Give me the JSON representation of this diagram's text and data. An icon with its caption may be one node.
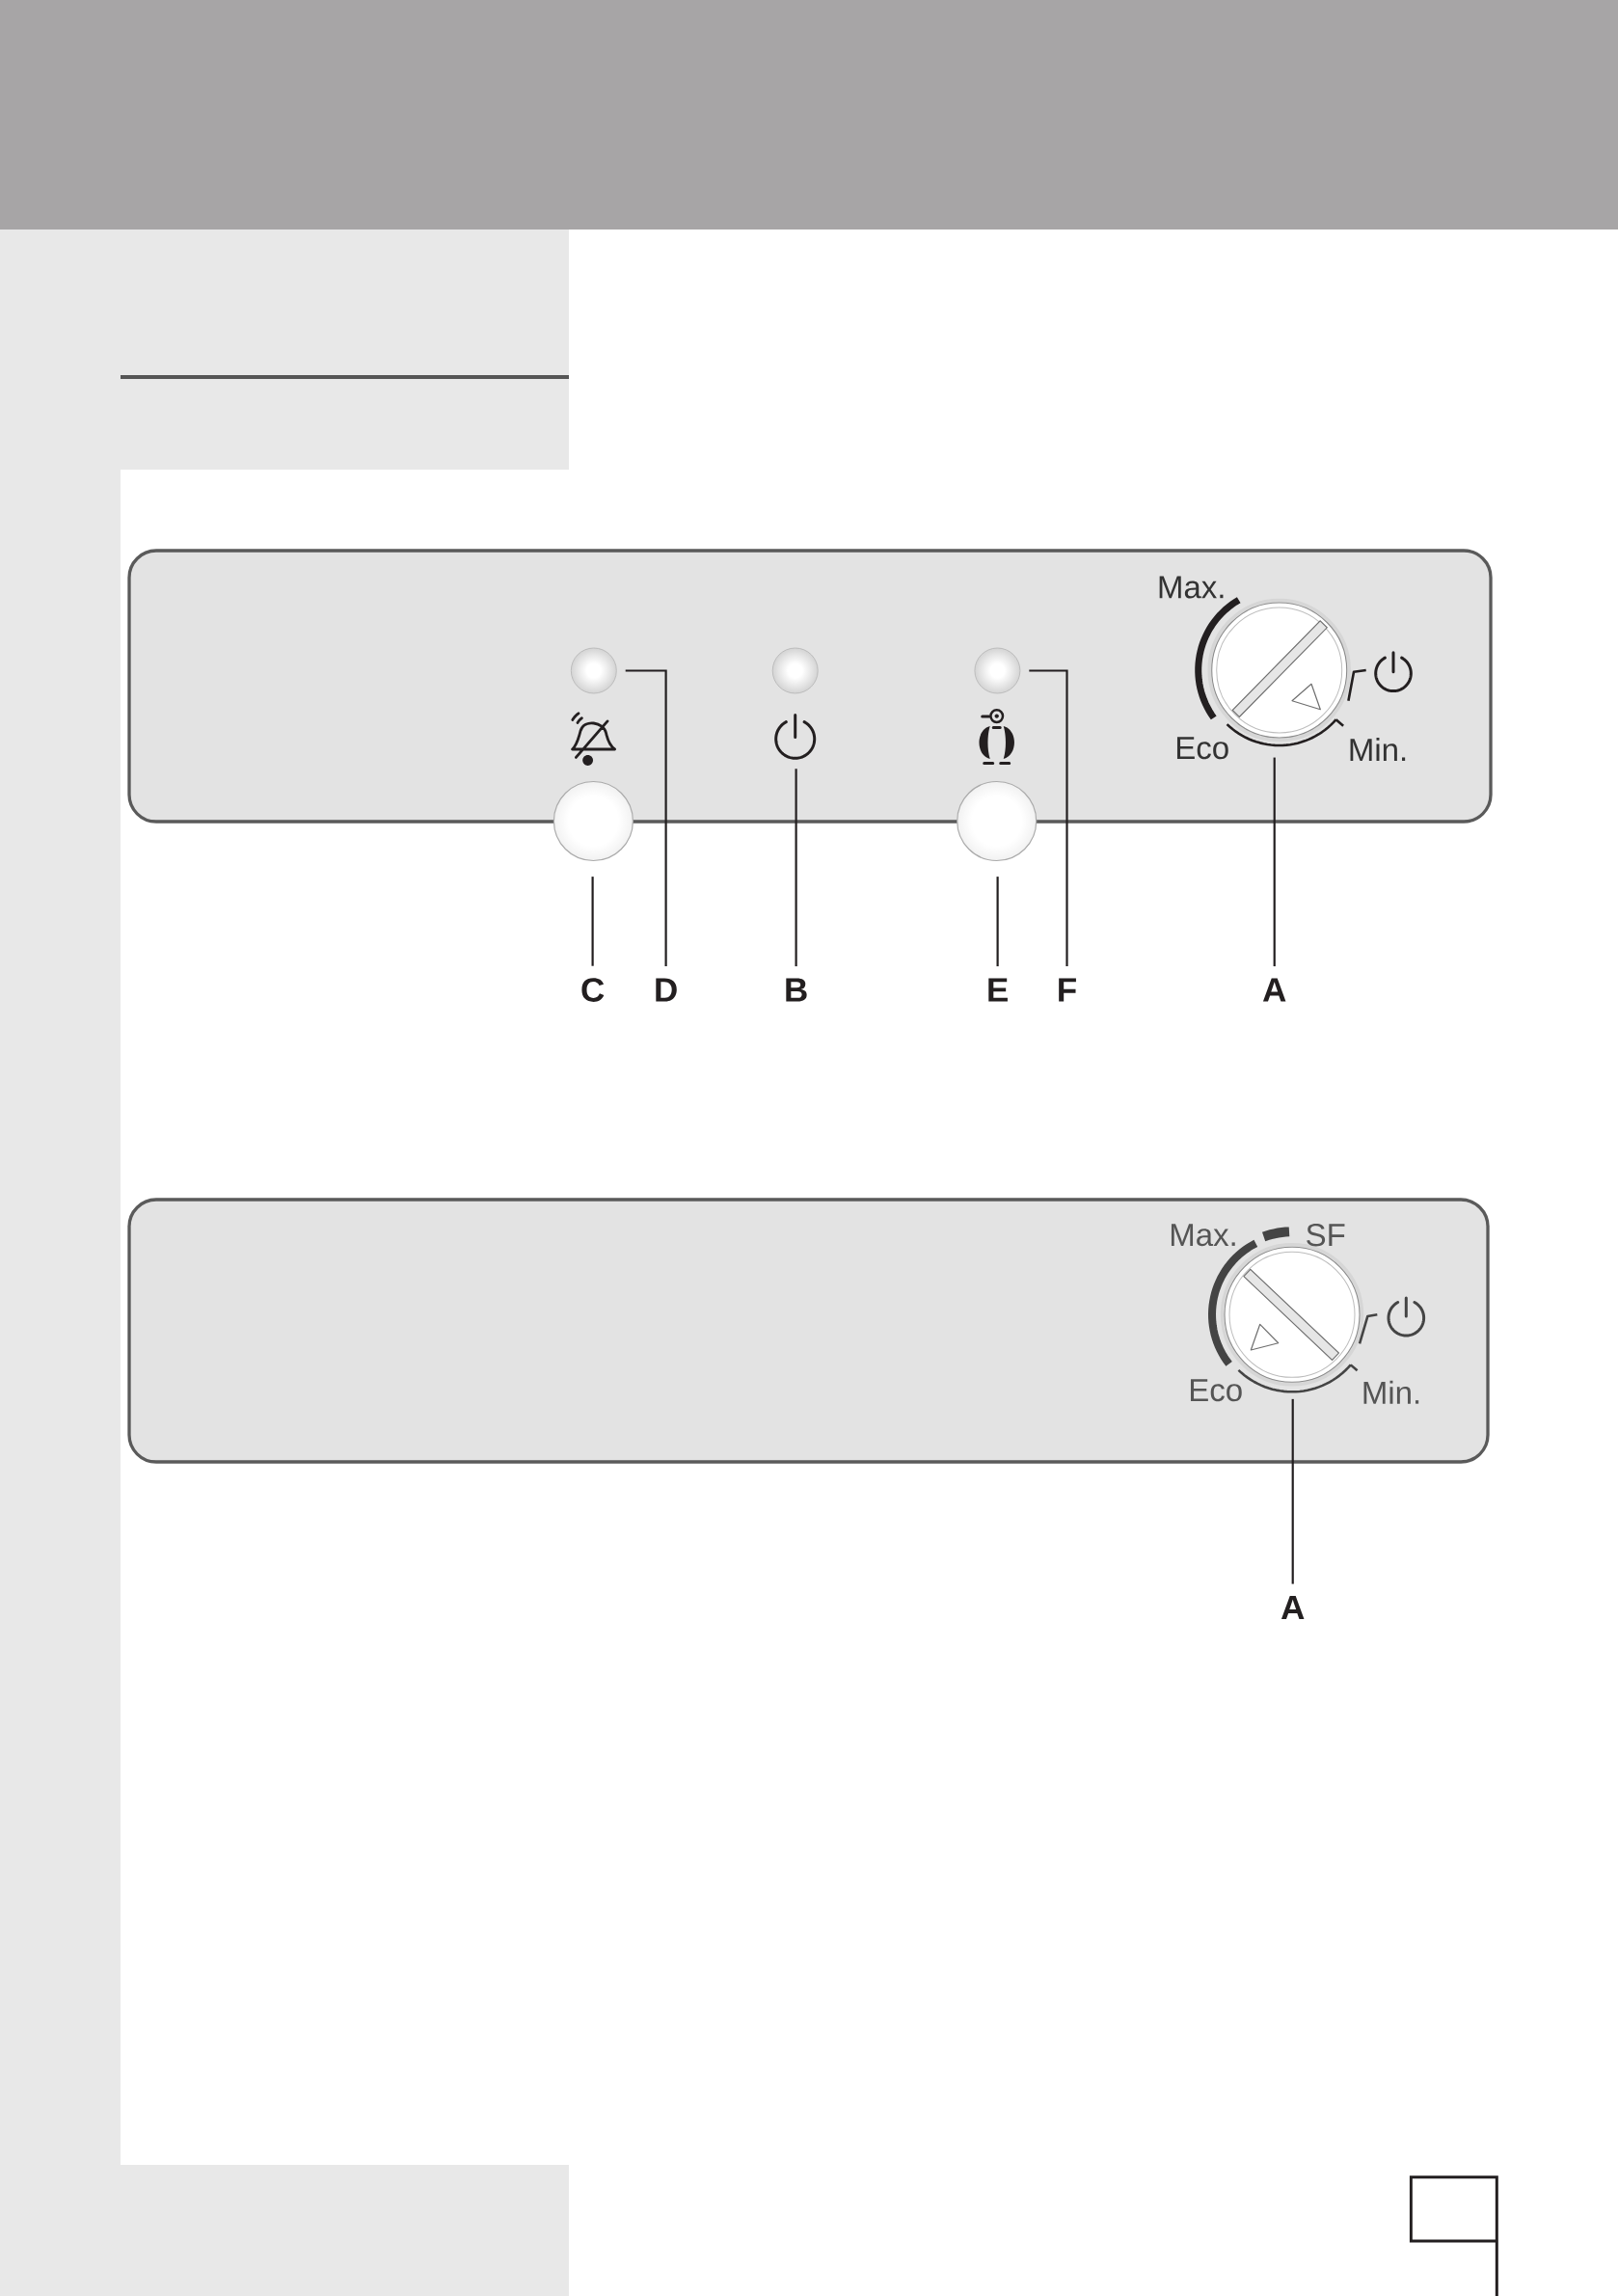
{
  "diagram": {
    "nodes": [
      {
        "text": [],
        "shape": "box"
      },
      {
        "text": [],
        "shape": "circle",
        "in": 0
      },
      {
        "text": [],
        "shape": "circle",
        "in": 0
      },
      {
        "text": [],
        "shape": "circle",
        "in": 0
      },
      {
        "text": [],
        "shape": "circle",
        "in": 0,
        "beside": [
          "Max.",
          "Eco",
          "Min."
        ]
      },
      {
        "text": [],
        "shape": "picture",
        "in": 0
      },
      {
        "text": [],
        "shape": "circle"
      },
      {
        "text": [],
        "shape": "circle"
      },
      {
        "text": [
          "C"
        ]
      },
      {
        "text": [
          "D"
        ]
      },
      {
        "text": [
          "B"
        ]
      },
      {
        "text": [
          "E"
        ]
      },
      {
        "text": [
          "F"
        ]
      },
      {
        "text": [
          "A"
        ]
      },
      {
        "text": [],
        "shape": "box"
      },
      {
        "text": [],
        "shape": "circle",
        "in": 14,
        "beside": [
          "Max.",
          "SF",
          "Eco",
          "Min."
        ]
      },
      {
        "text": [
          "A"
        ]
      }
    ],
    "edges": [
      {
        "from": 8,
        "to": 6,
        "arrow": "none"
      },
      {
        "from": 9,
        "to": 1,
        "arrow": "none"
      },
      {
        "from": 10,
        "to": 5,
        "arrow": "none"
      },
      {
        "from": 11,
        "to": 7,
        "arrow": "none"
      },
      {
        "from": 12,
        "to": 3,
        "arrow": "none"
      },
      {
        "from": 13,
        "to": 4,
        "arrow": "none"
      },
      {
        "from": 16,
        "to": 15,
        "arrow": "none"
      }
    ]
  }
}
